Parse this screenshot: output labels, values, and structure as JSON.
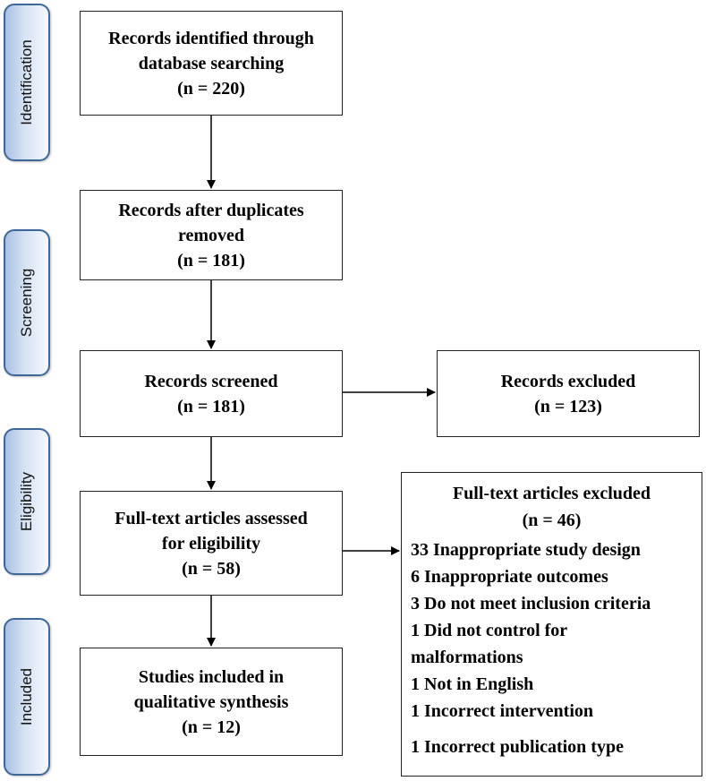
{
  "phases": {
    "identification": "Identification",
    "screening": "Screening",
    "eligibility": "Eligibility",
    "included": "Included"
  },
  "boxes": {
    "identified": {
      "lines": [
        "Records identified through",
        "database searching"
      ],
      "count": "(n = 220)"
    },
    "deduplicated": {
      "lines": [
        "Records after duplicates",
        "removed"
      ],
      "count": "(n = 181)"
    },
    "screened": {
      "lines": [
        "Records screened"
      ],
      "count": "(n = 181)"
    },
    "excluded": {
      "lines": [
        "Records excluded"
      ],
      "count": "(n = 123)"
    },
    "fulltext": {
      "lines": [
        "Full-text articles assessed",
        "for eligibility"
      ],
      "count": "(n = 58)"
    },
    "included": {
      "lines": [
        "Studies included in",
        "qualitative synthesis"
      ],
      "count": "(n = 12)"
    }
  },
  "fulltext_excluded": {
    "title": "Full-text articles excluded",
    "count": "(n = 46)",
    "reasons": [
      "33 Inappropriate study design",
      "6 Inappropriate outcomes",
      "3 Do not meet inclusion criteria",
      "1 Did not control for",
      "malformations",
      "1 Not in English",
      "1 Incorrect intervention",
      "1 Incorrect publication type"
    ]
  }
}
